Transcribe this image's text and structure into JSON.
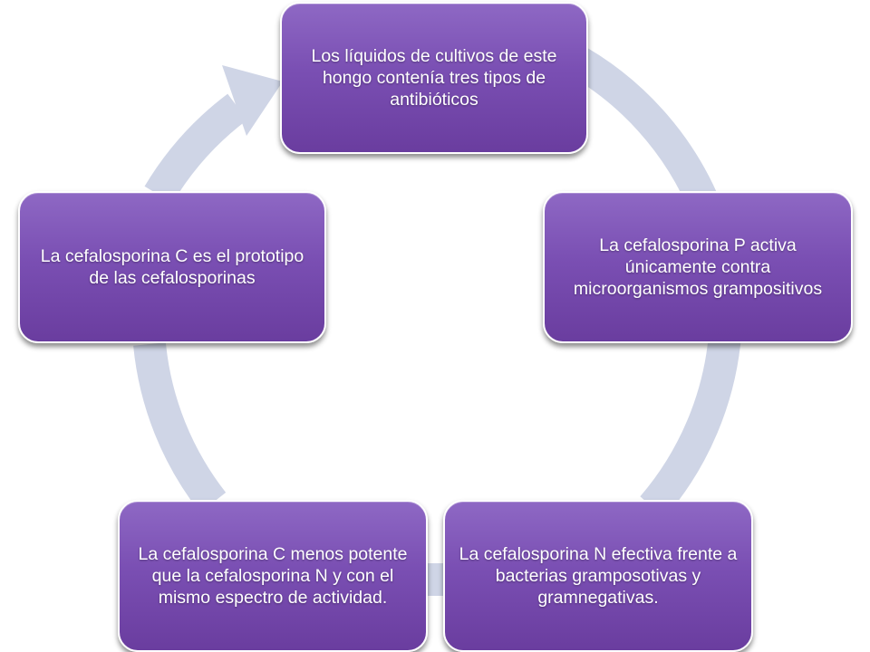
{
  "diagram": {
    "type": "cycle",
    "colors": {
      "node_fill_top": "#8e68c4",
      "node_fill_bottom": "#6a3d9f",
      "node_border": "#ffffff",
      "node_text": "#ffffff",
      "ring": "#cfd5e6"
    },
    "nodes": [
      {
        "id": "n1",
        "text": "Los líquidos de cultivos de este hongo contenía tres tipos de antibióticos"
      },
      {
        "id": "n2",
        "text": "La cefalosporina P activa únicamente contra microorganismos grampositivos"
      },
      {
        "id": "n3",
        "text": "La cefalosporina N efectiva frente a bacterias gramposotivas y gramnegativas."
      },
      {
        "id": "n4",
        "text": "La cefalosporina C menos potente que la cefalosporina N y con el mismo espectro de actividad."
      },
      {
        "id": "n5",
        "text": "La cefalosporina C es el prototipo de las cefalosporinas"
      }
    ],
    "edges": [
      {
        "from": "n1",
        "to": "n2",
        "style": "ring-arc"
      },
      {
        "from": "n2",
        "to": "n3",
        "style": "ring-arc"
      },
      {
        "from": "n3",
        "to": "n4",
        "style": "ring-arc"
      },
      {
        "from": "n4",
        "to": "n5",
        "style": "ring-arc"
      },
      {
        "from": "n5",
        "to": "n1",
        "style": "ring-arc-arrow"
      }
    ]
  }
}
